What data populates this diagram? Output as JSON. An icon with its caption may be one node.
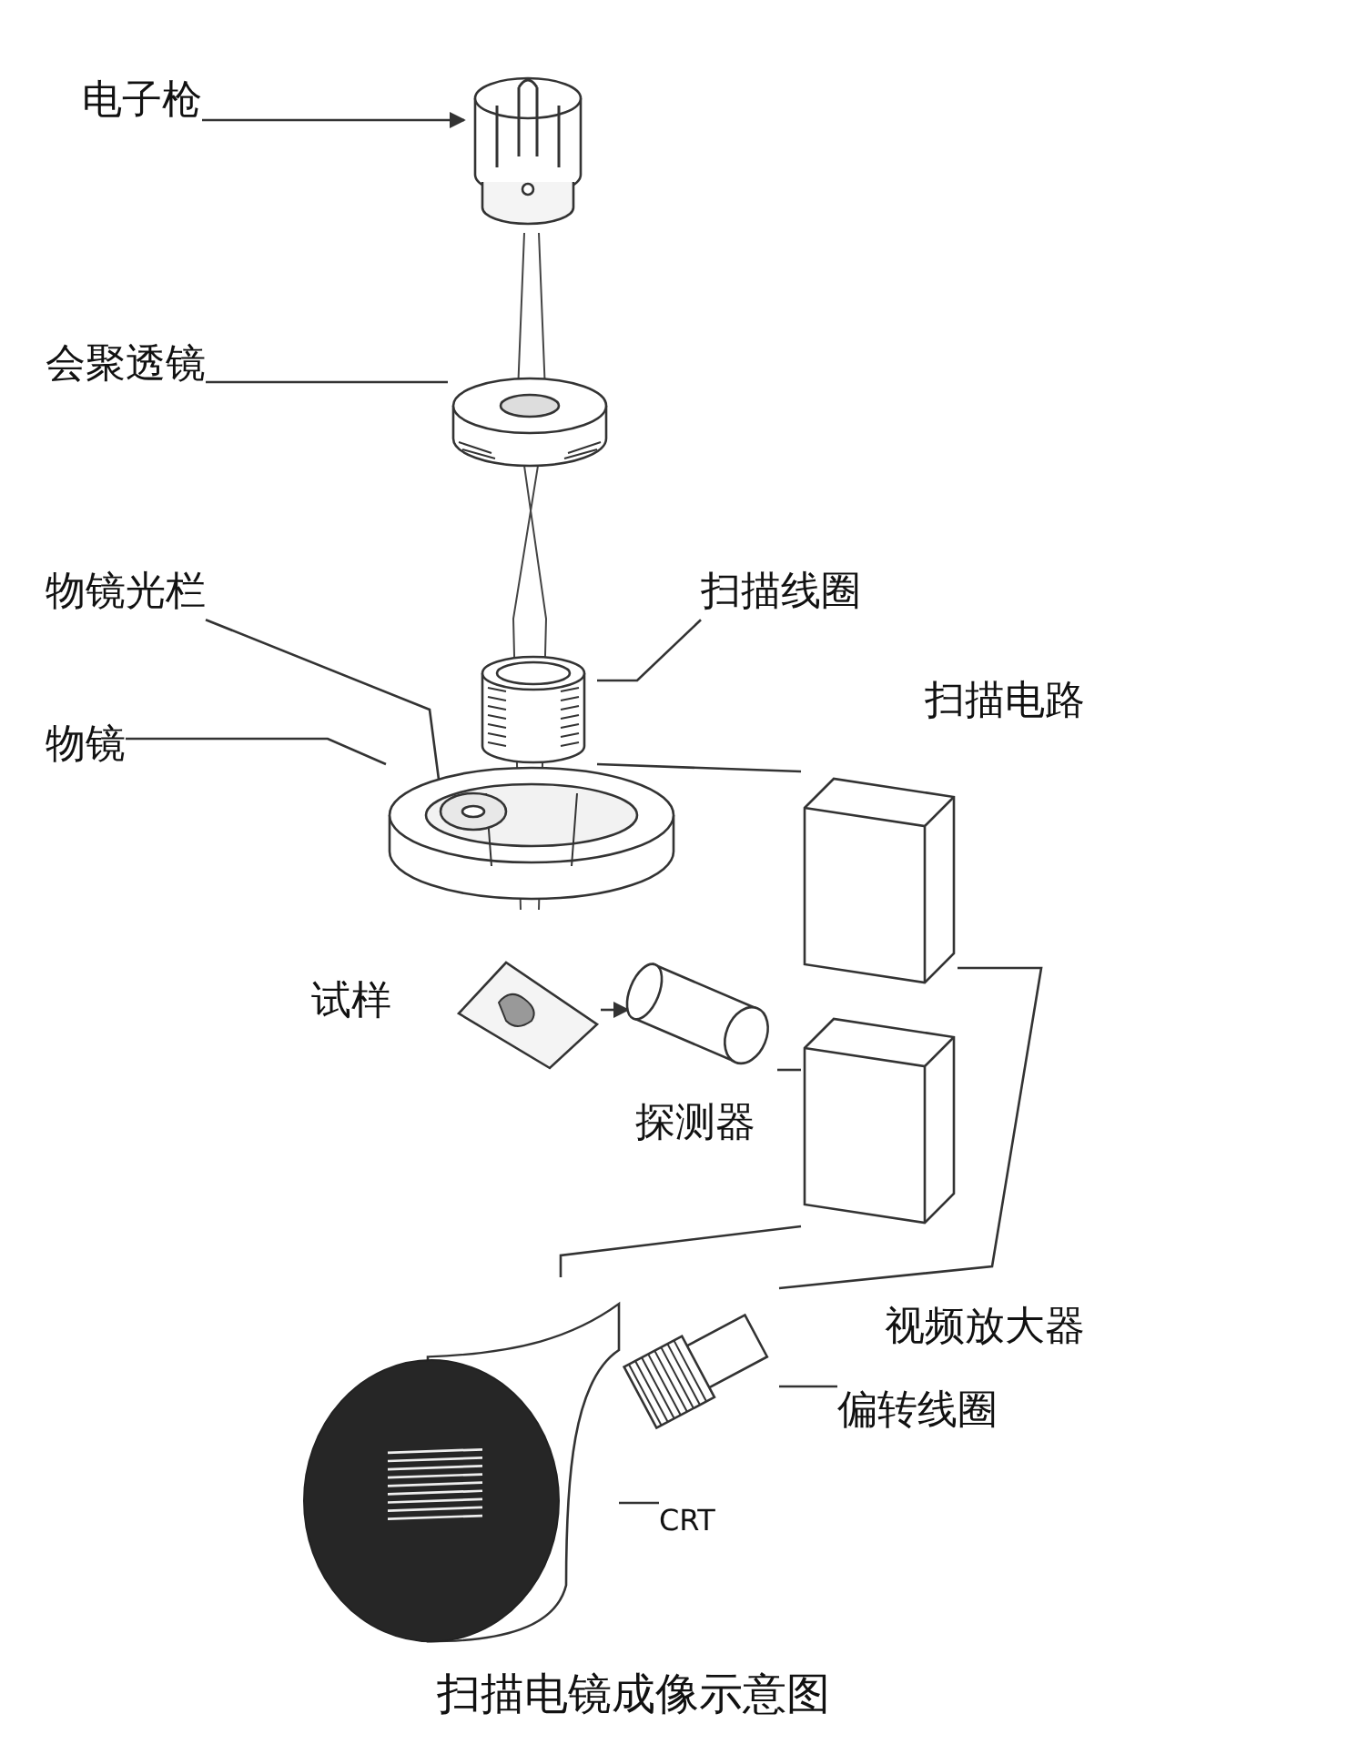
{
  "diagram": {
    "caption": "扫描电镜成像示意图",
    "nodes": [
      {
        "text": [
          "电子枪"
        ]
      },
      {
        "text": [],
        "shape": "picture"
      },
      {
        "text": [
          "会聚透镜"
        ]
      },
      {
        "text": [],
        "shape": "picture"
      },
      {
        "text": [
          "物镜光栏"
        ]
      },
      {
        "text": [
          "扫描线圈"
        ]
      },
      {
        "text": [],
        "shape": "picture"
      },
      {
        "text": [
          "物镜"
        ]
      },
      {
        "text": [],
        "shape": "picture"
      },
      {
        "text": [],
        "shape": "picture",
        "in": 8
      },
      {
        "text": [
          "扫描电路"
        ]
      },
      {
        "text": [
          "试样"
        ]
      },
      {
        "text": [
          "探测器"
        ]
      },
      {
        "text": [
          "视频放大器"
        ]
      },
      {
        "text": [],
        "shape": "picture"
      },
      {
        "text": [
          "偏转线圈"
        ]
      },
      {
        "text": [
          "CRT"
        ]
      },
      {
        "text": [],
        "shape": "picture"
      }
    ],
    "edges": [
      {
        "from": 0,
        "to": 1,
        "arrow": "to"
      },
      {
        "from": 2,
        "to": 3,
        "arrow": "none"
      },
      {
        "from": 4,
        "to": 9,
        "arrow": "none"
      },
      {
        "from": 5,
        "to": 6,
        "arrow": "none"
      },
      {
        "from": 7,
        "to": 8,
        "arrow": "none"
      },
      {
        "from": 6,
        "to": 10,
        "arrow": "none"
      },
      {
        "from": 11,
        "to": 12,
        "arrow": "to"
      },
      {
        "from": 12,
        "to": 13,
        "arrow": "none"
      },
      {
        "from": 10,
        "to": 14,
        "arrow": "none"
      },
      {
        "from": 13,
        "to": 17,
        "arrow": "none"
      },
      {
        "from": 15,
        "to": 14,
        "arrow": "none"
      },
      {
        "from": 16,
        "to": 17,
        "arrow": "none"
      }
    ]
  }
}
